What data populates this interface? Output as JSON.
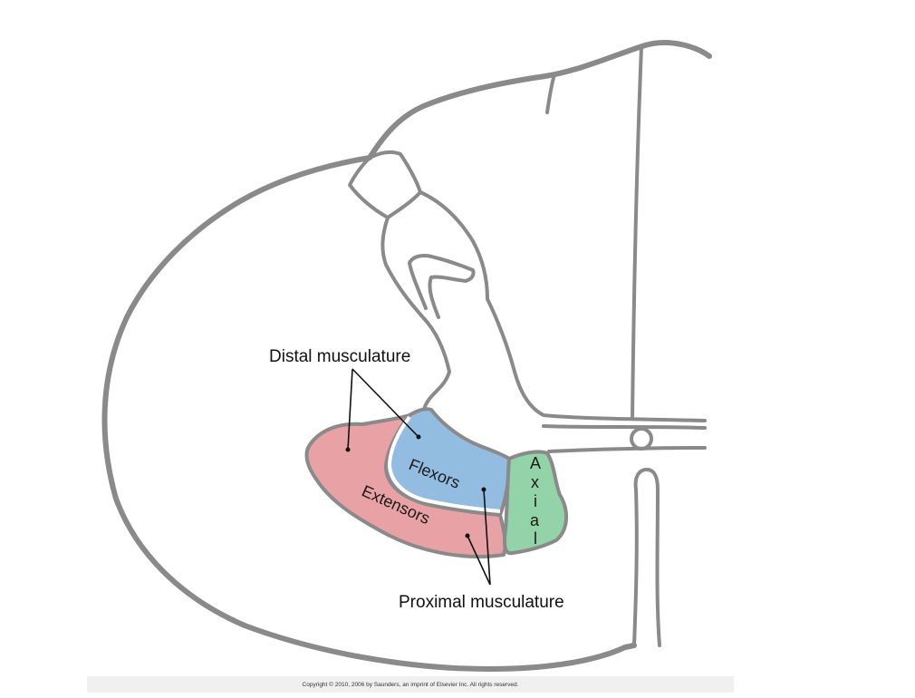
{
  "labels": {
    "distal": "Distal musculature",
    "proximal": "Proximal musculature",
    "flexors": "Flexors",
    "extensors": "Extensors",
    "axial_letters": [
      "A",
      "x",
      "i",
      "a",
      "l"
    ]
  },
  "colors": {
    "outline": "#8a8a8a",
    "flexors": "#93bde0",
    "extensors": "#e8a2a5",
    "axial": "#93d3a8"
  },
  "copyright": "Copyright © 2010, 2006 by Saunders, an imprint of Elsevier Inc. All rights reserved."
}
